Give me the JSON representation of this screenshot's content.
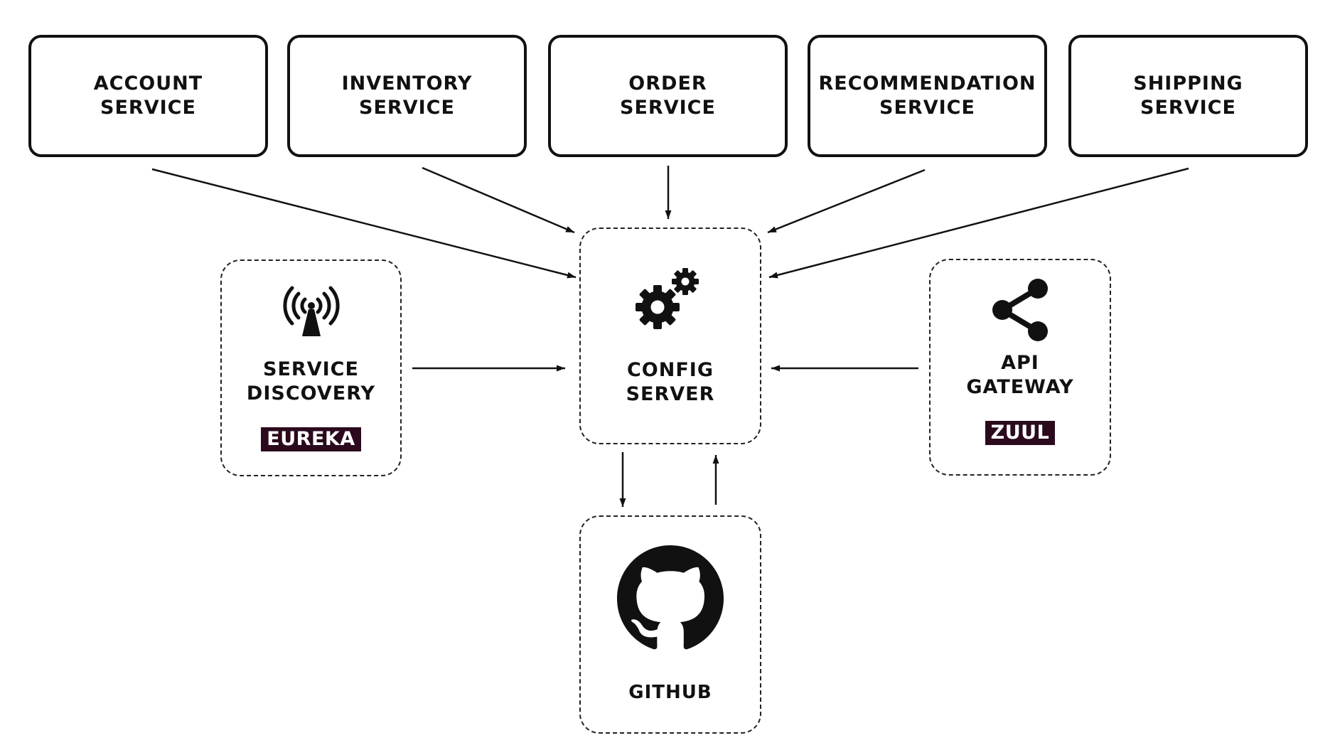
{
  "services": [
    {
      "line1": "ACCOUNT",
      "line2": "SERVICE"
    },
    {
      "line1": "INVENTORY",
      "line2": "SERVICE"
    },
    {
      "line1": "ORDER",
      "line2": "SERVICE"
    },
    {
      "line1": "RECOMMENDATION",
      "line2": "SERVICE"
    },
    {
      "line1": "SHIPPING",
      "line2": "SERVICE"
    }
  ],
  "discovery": {
    "line1": "SERVICE",
    "line2": "DISCOVERY",
    "tag": "EUREKA",
    "icon": "antenna-signal-icon"
  },
  "config": {
    "line1": "CONFIG",
    "line2": "SERVER",
    "icon": "gears-icon"
  },
  "gateway": {
    "line1": "API",
    "line2": "GATEWAY",
    "tag": "ZUUL",
    "icon": "share-icon"
  },
  "repo": {
    "label": "GITHUB",
    "icon": "github-icon"
  },
  "colors": {
    "stroke": "#111111",
    "tag_background": "#2a0a1c",
    "tag_text": "#ffffff"
  }
}
